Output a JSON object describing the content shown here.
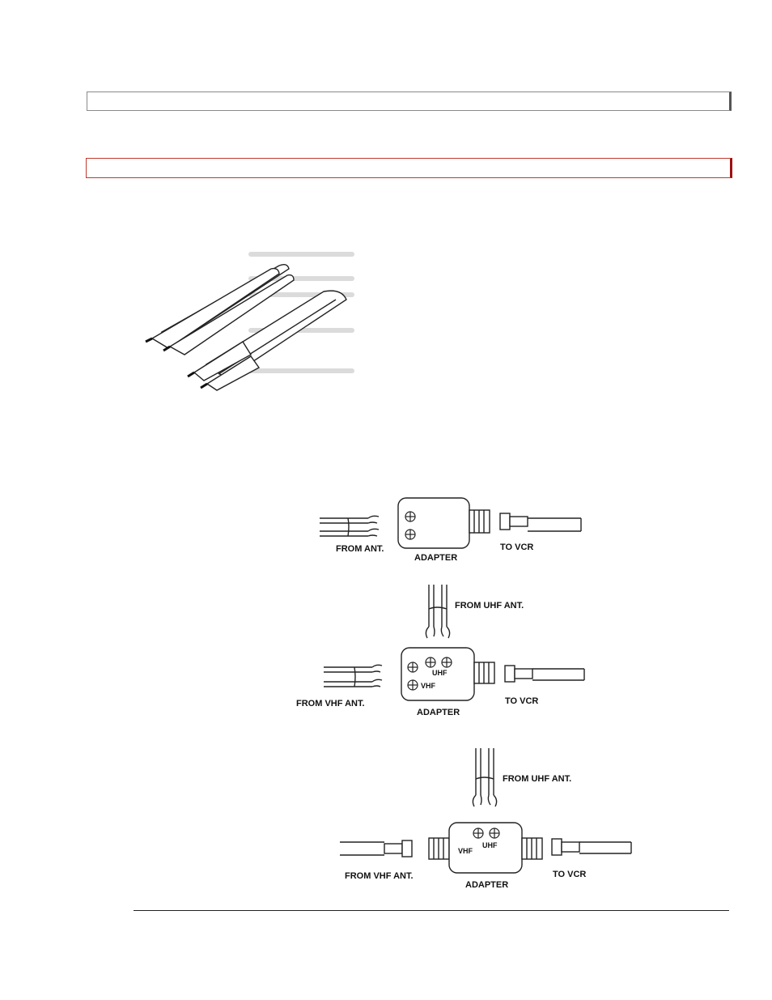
{
  "figures": {
    "adapter_300": {
      "from_label": "FROM ANT.",
      "adapter_label": "ADAPTER",
      "to_label": "TO VCR"
    },
    "adapter_uhf_vhf_twin": {
      "uhf_label": "FROM UHF ANT.",
      "vhf_label": "FROM VHF ANT.",
      "adapter_label": "ADAPTER",
      "to_label": "TO VCR",
      "uhf_terminal": "UHF",
      "vhf_terminal": "VHF"
    },
    "adapter_uhf_vhf_coax": {
      "uhf_label": "FROM UHF ANT.",
      "vhf_label": "FROM VHF ANT.",
      "adapter_label": "ADAPTER",
      "to_label": "TO VCR",
      "uhf_terminal": "UHF",
      "vhf_terminal": "VHF"
    }
  }
}
